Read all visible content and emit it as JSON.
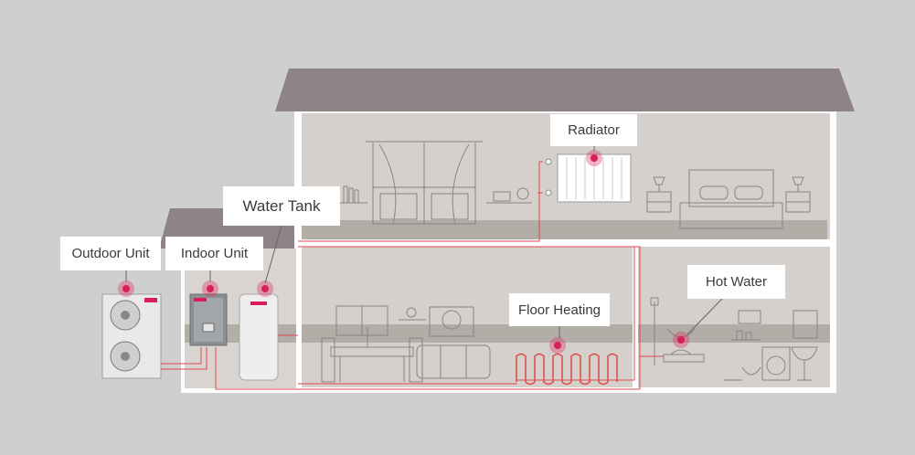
{
  "labels": {
    "outdoor_unit": "Outdoor Unit",
    "indoor_unit": "Indoor Unit",
    "water_tank": "Water Tank",
    "radiator": "Radiator",
    "floor_heating": "Floor Heating",
    "hot_water": "Hot Water"
  },
  "colors": {
    "background": "#cfcfcf",
    "roof": "#8e8386",
    "wall_interior": "#d6d0cc",
    "house_frame": "#ffffff",
    "pipe": "#e0474c",
    "marker": "#d81e5b",
    "floor_strip": "#b3ada8",
    "sketch_lines": "#8a8482"
  }
}
